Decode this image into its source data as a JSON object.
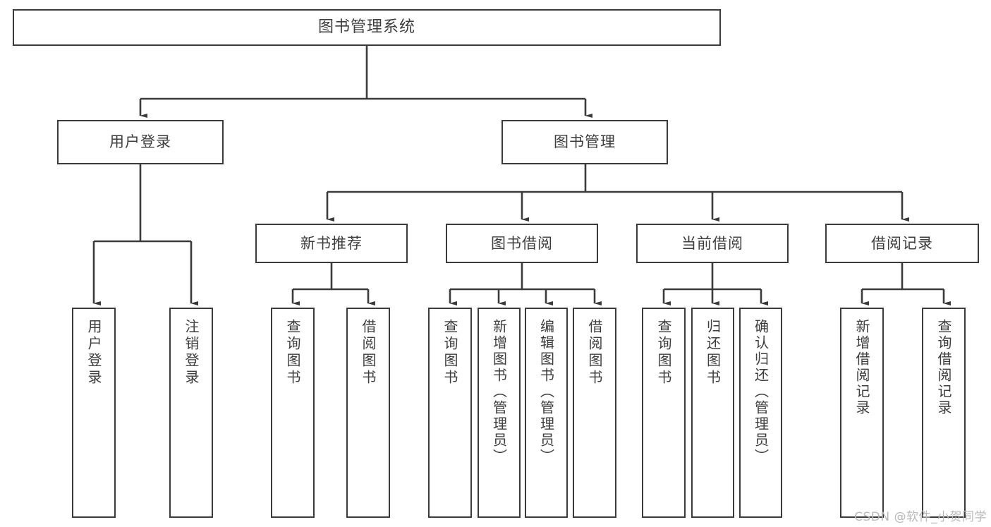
{
  "diagram": {
    "title": "图书管理系统",
    "type": "tree-hierarchy",
    "root": {
      "label": "图书管理系统"
    },
    "level2": [
      {
        "label": "用户登录"
      },
      {
        "label": "图书管理"
      }
    ],
    "level3": [
      {
        "label": "新书推荐"
      },
      {
        "label": "图书借阅"
      },
      {
        "label": "当前借阅"
      },
      {
        "label": "借阅记录"
      }
    ],
    "leaves": [
      {
        "label": "用户登录"
      },
      {
        "label": "注销登录"
      },
      {
        "label": "查询图书"
      },
      {
        "label": "借阅图书"
      },
      {
        "label": "查询图书"
      },
      {
        "label": "新增图书（管理员）"
      },
      {
        "label": "编辑图书（管理员）"
      },
      {
        "label": "借阅图书"
      },
      {
        "label": "查询图书"
      },
      {
        "label": "归还图书"
      },
      {
        "label": "确认归还（管理员）"
      },
      {
        "label": "新增借阅记录"
      },
      {
        "label": "查询借阅记录"
      }
    ],
    "colors": {
      "box_border": "#3b3b3b",
      "box_fill": "#ffffff",
      "text": "#3d3d3d",
      "connector": "#3b3b3b",
      "watermark": "#b9b9b9",
      "background": "#ffffff"
    }
  },
  "watermark": {
    "text": "CSDN @软件_小贺同学"
  }
}
